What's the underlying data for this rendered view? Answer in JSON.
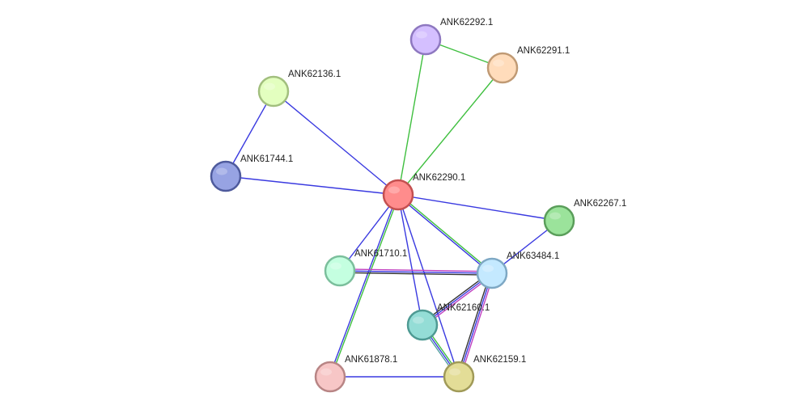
{
  "network": {
    "nodes": [
      {
        "id": "ANK62290.1",
        "label": "ANK62290.1",
        "color": "#ff8c8c",
        "stroke": "#c45050"
      },
      {
        "id": "ANK62292.1",
        "label": "ANK62292.1",
        "color": "#d4bfff",
        "stroke": "#8e78c0"
      },
      {
        "id": "ANK62291.1",
        "label": "ANK62291.1",
        "color": "#ffdcbb",
        "stroke": "#c09a74"
      },
      {
        "id": "ANK62136.1",
        "label": "ANK62136.1",
        "color": "#e3ffbf",
        "stroke": "#a2bf7e"
      },
      {
        "id": "ANK61744.1",
        "label": "ANK61744.1",
        "color": "#97a3e3",
        "stroke": "#4e5a9c"
      },
      {
        "id": "ANK62267.1",
        "label": "ANK62267.1",
        "color": "#9be39b",
        "stroke": "#5a9e5a"
      },
      {
        "id": "ANK61710.1",
        "label": "ANK61710.1",
        "color": "#c4ffe0",
        "stroke": "#7bbf9c"
      },
      {
        "id": "ANK63484.1",
        "label": "ANK63484.1",
        "color": "#c4e9ff",
        "stroke": "#7ea8c4"
      },
      {
        "id": "ANK62160.1",
        "label": "ANK62160.1",
        "color": "#94ddd6",
        "stroke": "#4e9a93"
      },
      {
        "id": "ANK61878.1",
        "label": "ANK61878.1",
        "color": "#f7c6c6",
        "stroke": "#b88585"
      },
      {
        "id": "ANK62159.1",
        "label": "ANK62159.1",
        "color": "#e3dd97",
        "stroke": "#a09a58"
      }
    ],
    "edges": [
      {
        "source": "ANK62292.1",
        "target": "ANK62291.1",
        "colors": [
          "#3fbf3f"
        ]
      },
      {
        "source": "ANK62292.1",
        "target": "ANK62290.1",
        "colors": [
          "#3fbf3f"
        ]
      },
      {
        "source": "ANK62291.1",
        "target": "ANK62290.1",
        "colors": [
          "#3fbf3f"
        ]
      },
      {
        "source": "ANK62136.1",
        "target": "ANK61744.1",
        "colors": [
          "#3a3ae0"
        ]
      },
      {
        "source": "ANK62136.1",
        "target": "ANK62290.1",
        "colors": [
          "#3a3ae0"
        ]
      },
      {
        "source": "ANK61744.1",
        "target": "ANK62290.1",
        "colors": [
          "#3a3ae0"
        ]
      },
      {
        "source": "ANK62290.1",
        "target": "ANK62267.1",
        "colors": [
          "#3a3ae0"
        ]
      },
      {
        "source": "ANK62267.1",
        "target": "ANK63484.1",
        "colors": [
          "#3a3ae0"
        ]
      },
      {
        "source": "ANK62290.1",
        "target": "ANK61710.1",
        "colors": [
          "#3a3ae0"
        ]
      },
      {
        "source": "ANK62290.1",
        "target": "ANK63484.1",
        "colors": [
          "#3fbf3f",
          "#3a3ae0"
        ]
      },
      {
        "source": "ANK62290.1",
        "target": "ANK61878.1",
        "colors": [
          "#3fbf3f",
          "#3a3ae0"
        ]
      },
      {
        "source": "ANK62290.1",
        "target": "ANK62160.1",
        "colors": [
          "#3a3ae0"
        ]
      },
      {
        "source": "ANK62290.1",
        "target": "ANK62159.1",
        "colors": [
          "#3a3ae0"
        ]
      },
      {
        "source": "ANK61710.1",
        "target": "ANK63484.1",
        "colors": [
          "#c040c0",
          "#3a3ae0",
          "#333333"
        ]
      },
      {
        "source": "ANK63484.1",
        "target": "ANK62160.1",
        "colors": [
          "#c040c0",
          "#3a3ae0",
          "#333333"
        ]
      },
      {
        "source": "ANK63484.1",
        "target": "ANK62159.1",
        "colors": [
          "#c040c0",
          "#3a3ae0",
          "#333333"
        ]
      },
      {
        "source": "ANK62160.1",
        "target": "ANK62159.1",
        "colors": [
          "#3fbf3f",
          "#3a3ae0",
          "#52a0a0"
        ]
      },
      {
        "source": "ANK61878.1",
        "target": "ANK62159.1",
        "colors": [
          "#3a3ae0"
        ]
      }
    ]
  }
}
